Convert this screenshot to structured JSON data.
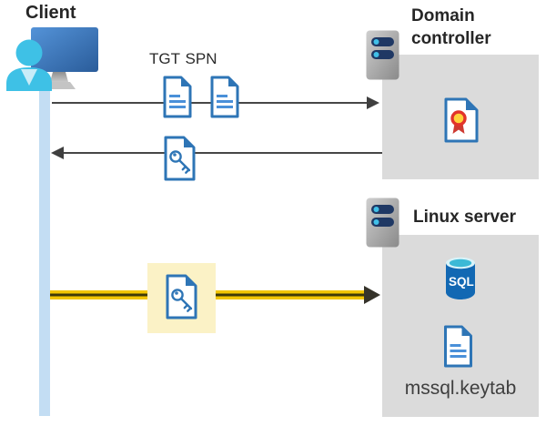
{
  "diagram": {
    "client": {
      "label": "Client"
    },
    "tickets": {
      "tgt_label": "TGT",
      "spn_label": "SPN"
    },
    "domain_controller": {
      "label": "Domain controller"
    },
    "linux_server": {
      "label": "Linux server",
      "sql_text": "SQL",
      "keytab_label": "mssql.keytab"
    },
    "colors": {
      "doc_border_blue": "#2e75b6",
      "doc_line_blue": "#4a90d9",
      "box_gray": "#dbdbdb",
      "lifeline_blue": "#c3ddf3",
      "arrow_gray": "#474747",
      "highlight_yellow": "#f2c500",
      "highlight_square_bg": "#fbf2c6",
      "sql_body_blue": "#1268b3",
      "person_cyan": "#3ec1e6",
      "server_bar_navy": "#1f3864",
      "cert_ribbon_red": "#ce3a32",
      "cert_seal_yellow": "#ffd23b"
    },
    "icons": {
      "client": "user-at-monitor-icon",
      "server": "server-icon",
      "ticket_document": "document-icon",
      "key_ticket": "key-document-icon",
      "certificate": "certificate-document-icon",
      "database": "sql-database-icon"
    }
  }
}
